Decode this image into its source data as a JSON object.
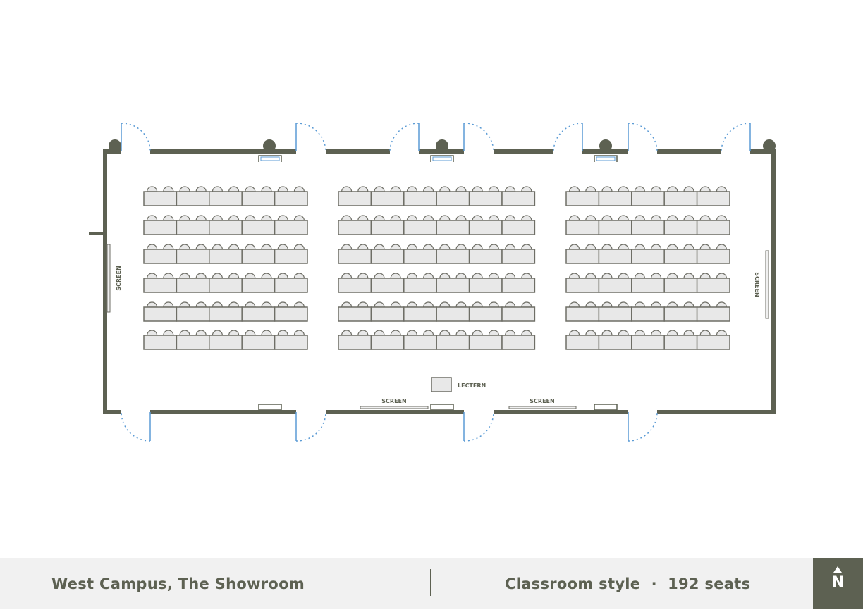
{
  "plan": {
    "labels": {
      "screen_left": "SCREEN",
      "screen_right": "SCREEN",
      "screen_bottom_1": "SCREEN",
      "screen_bottom_2": "SCREEN",
      "lectern": "LECTERN"
    },
    "table_groups": [
      {
        "name": "left",
        "rows": 6,
        "tables_per_row": 5,
        "seats_per_table": 2
      },
      {
        "name": "center",
        "rows": 6,
        "tables_per_row": 6,
        "seats_per_table": 2
      },
      {
        "name": "right",
        "rows": 6,
        "tables_per_row": 5,
        "seats_per_table": 2
      }
    ],
    "colors": {
      "wall": "#5d6152",
      "door": "#5b9bd5",
      "table_fill": "#e8e8e8",
      "table_stroke": "#6e6e66"
    }
  },
  "footer": {
    "venue": "West Campus, The Showroom",
    "layout": "Classroom style  ·  192 seats",
    "north_label": "N"
  }
}
